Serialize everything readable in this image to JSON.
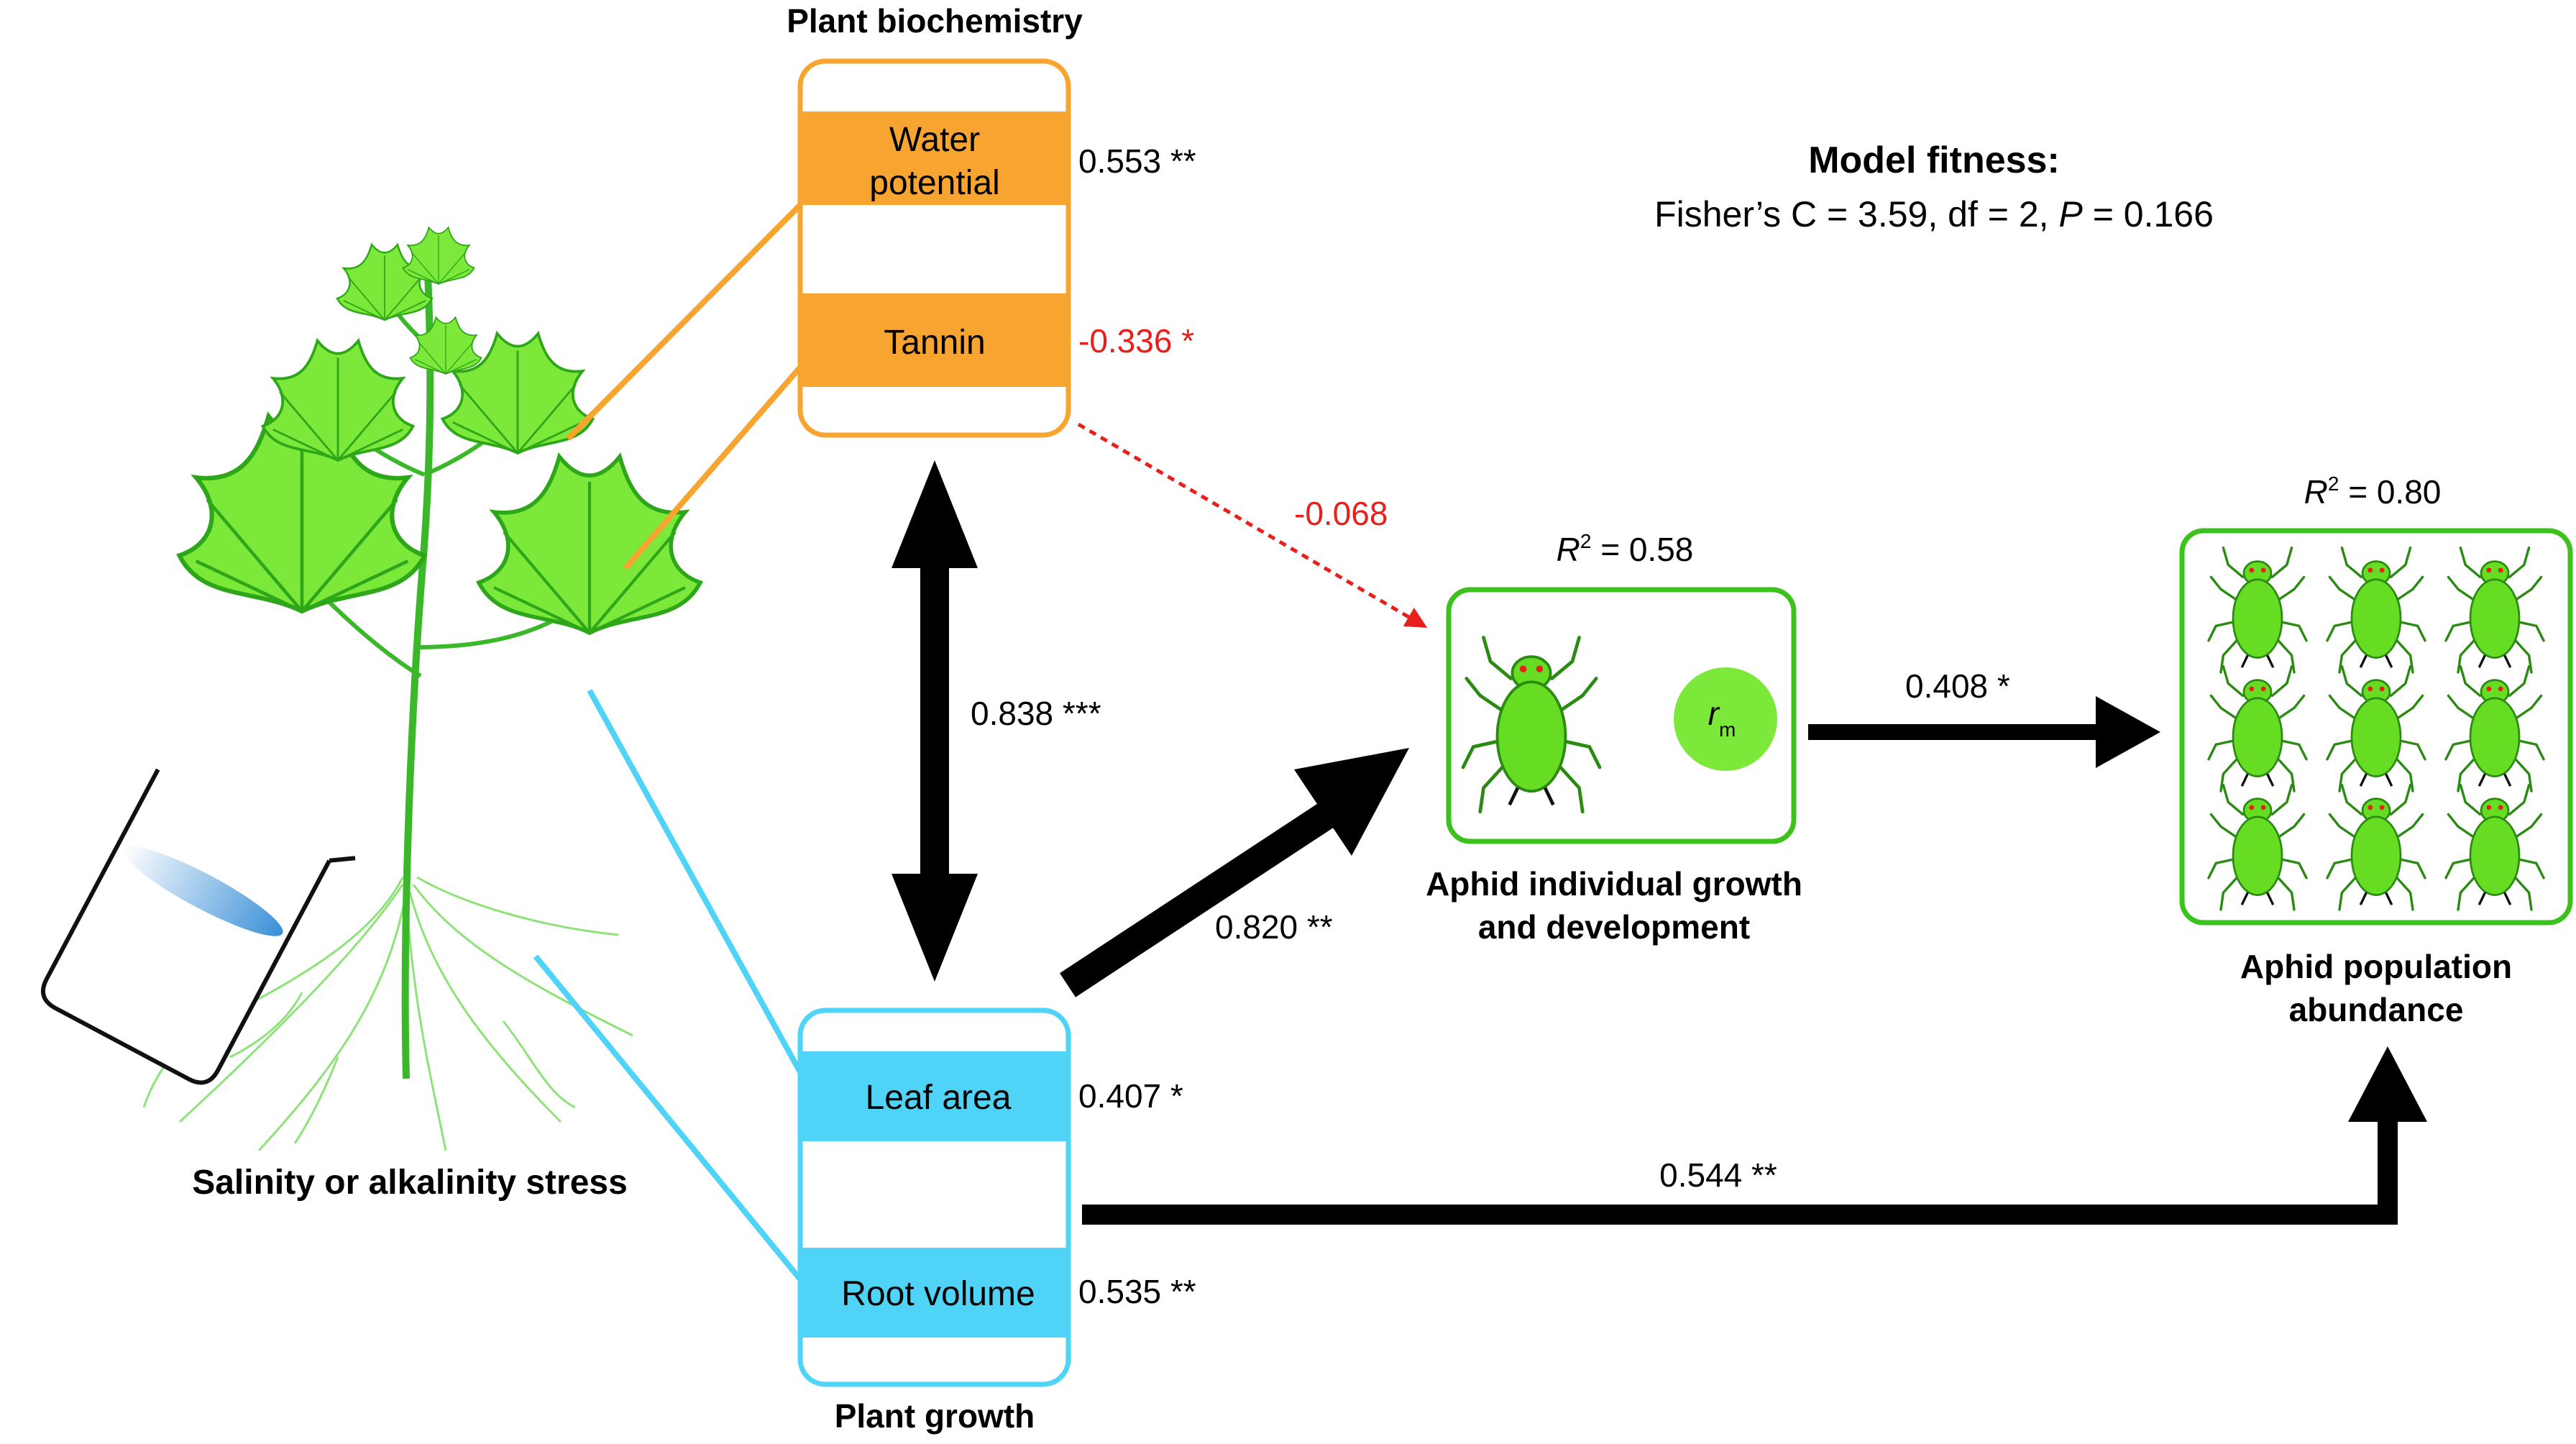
{
  "model_fitness": {
    "title": "Model fitness:",
    "stats_prefix": "Fisher’s C = 3.59, df  = 2, ",
    "p_symbol": "P",
    "p_value": " = 0.166"
  },
  "biochemistry": {
    "title": "Plant biochemistry",
    "water_potential_line1": "Water",
    "water_potential_line2": "potential",
    "water_potential_value": "0.553 **",
    "tannin_label": "Tannin",
    "tannin_value": "-0.336 *"
  },
  "growth": {
    "title": "Plant growth",
    "leaf_area_label": "Leaf area",
    "leaf_area_value": "0.407 *",
    "root_volume_label": "Root volume",
    "root_volume_value": "0.535 **"
  },
  "stress_label": "Salinity or alkalinity stress",
  "paths": {
    "biochem_growth": "0.838 ***",
    "tannin_to_individual": "-0.068",
    "growth_to_individual": "0.820 **",
    "individual_to_population": "0.408 *",
    "growth_to_population": "0.544 **"
  },
  "individual": {
    "r2_symbol": "R",
    "r2_sup": "2",
    "r2_value": " = 0.58",
    "rm_symbol": "r",
    "rm_sub": "m",
    "title_line1": "Aphid individual growth",
    "title_line2": "and development"
  },
  "population": {
    "r2_symbol": "R",
    "r2_sup": "2",
    "r2_value": " = 0.80",
    "title_line1": "Aphid population",
    "title_line2": "abundance"
  },
  "colors": {
    "orange": "#f7a530",
    "blue": "#4fd3f7",
    "green": "#3bc21c",
    "leaf": "#7be83a",
    "red": "#e8201c",
    "arrow": "#000000"
  }
}
